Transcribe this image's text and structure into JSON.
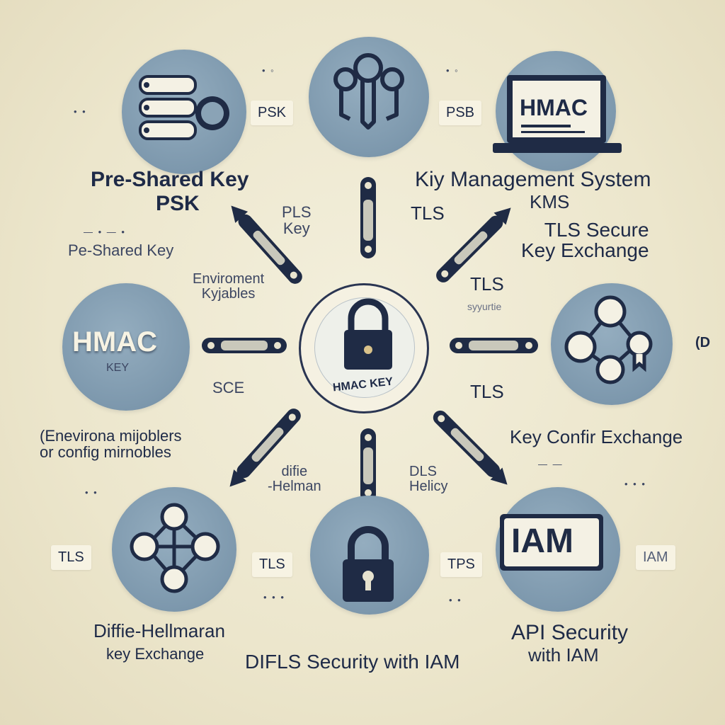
{
  "colors": {
    "background": "#ece6cc",
    "circle": "#7d98ad",
    "ink": "#1e2a47",
    "chip": "#f7f3e3"
  },
  "nodes": {
    "psk": {
      "icon": "server-stack-icon",
      "chip": "PSK",
      "title": "Pre-Shared Key",
      "subtitle": "PSK"
    },
    "keys": {
      "icon": "keys-icon",
      "chip": "PSB"
    },
    "hmac_top": {
      "icon": "laptop-icon",
      "screen_text": "HMAC",
      "title": "Kiy Management System",
      "subtitle": "KMS"
    },
    "hmac_left": {
      "icon": "hmac-badge-icon",
      "title": "HMAC",
      "subtitle": "KEY"
    },
    "network": {
      "icon": "network-nodes-icon",
      "side_mark": "(D"
    },
    "diffie": {
      "icon": "graph-icon",
      "chip": "TLS",
      "title": "Diffie-Hellmaran",
      "subtitle": "key Exchange"
    },
    "lock_bottom": {
      "icon": "padlock-icon",
      "chip_left": "TLS",
      "chip_right": "TPS",
      "caption": "DIFLS Security with IAM"
    },
    "iam": {
      "icon": "iam-badge-icon",
      "screen_text": "IAM",
      "chip": "IAM",
      "title": "API Security",
      "subtitle": "with IAM"
    }
  },
  "center": {
    "icon": "padlock-icon",
    "label": "HMAC KEY"
  },
  "labels": {
    "pls_key": "PLS\nKey",
    "tls_1": "TLS",
    "tls_secure": "TLS Secure\nKey Exchange",
    "pe_shared": "Pe-Shared Key",
    "environment": "Enviroment\nKyjables",
    "tls_2": "TLS",
    "syurtie": "syyurtie",
    "sce": "SCE",
    "tls_3": "TLS",
    "env_config": "(Enevirona mijoblers\nor config mirnobles",
    "key_confir": "Key Confir Exchange",
    "difie": "difie\n-Helman",
    "dls": "DLS\nHelicy"
  }
}
